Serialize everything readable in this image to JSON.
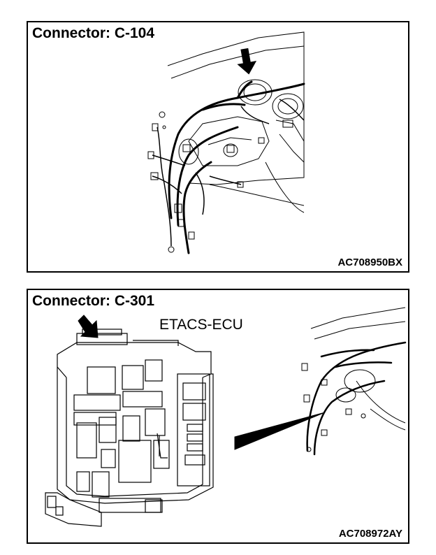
{
  "panels": [
    {
      "title": "Connector: C-104",
      "code": "AC708950BX"
    },
    {
      "title": "Connector: C-301",
      "label": "ETACS-ECU",
      "code": "AC708972AY"
    }
  ],
  "icons": [
    "down-arrow-icon",
    "diagonal-arrow-icon"
  ],
  "colors": {
    "ink": "#000000",
    "paper": "#ffffff"
  }
}
